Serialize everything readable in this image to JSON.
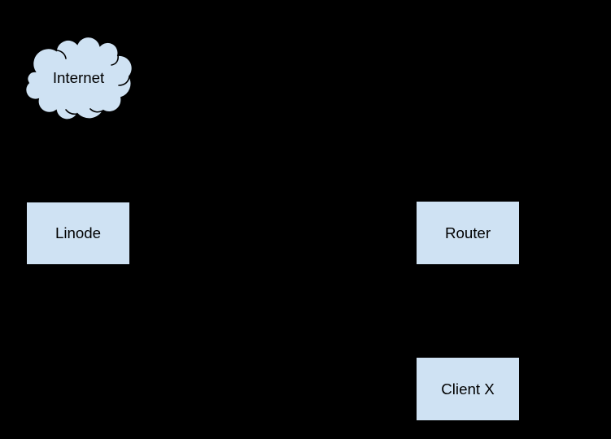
{
  "colors": {
    "background": "#000000",
    "node_fill": "#cfe2f3",
    "node_stroke": "#000000",
    "text": "#000000"
  },
  "diagram": {
    "type": "network-topology",
    "nodes": [
      {
        "id": "internet",
        "label": "Internet",
        "shape": "cloud-shape"
      },
      {
        "id": "linode",
        "label": "Linode",
        "shape": "rectangle-shape"
      },
      {
        "id": "router",
        "label": "Router",
        "shape": "rectangle-shape"
      },
      {
        "id": "client-x",
        "label": "Client X",
        "shape": "rectangle-shape"
      }
    ]
  }
}
